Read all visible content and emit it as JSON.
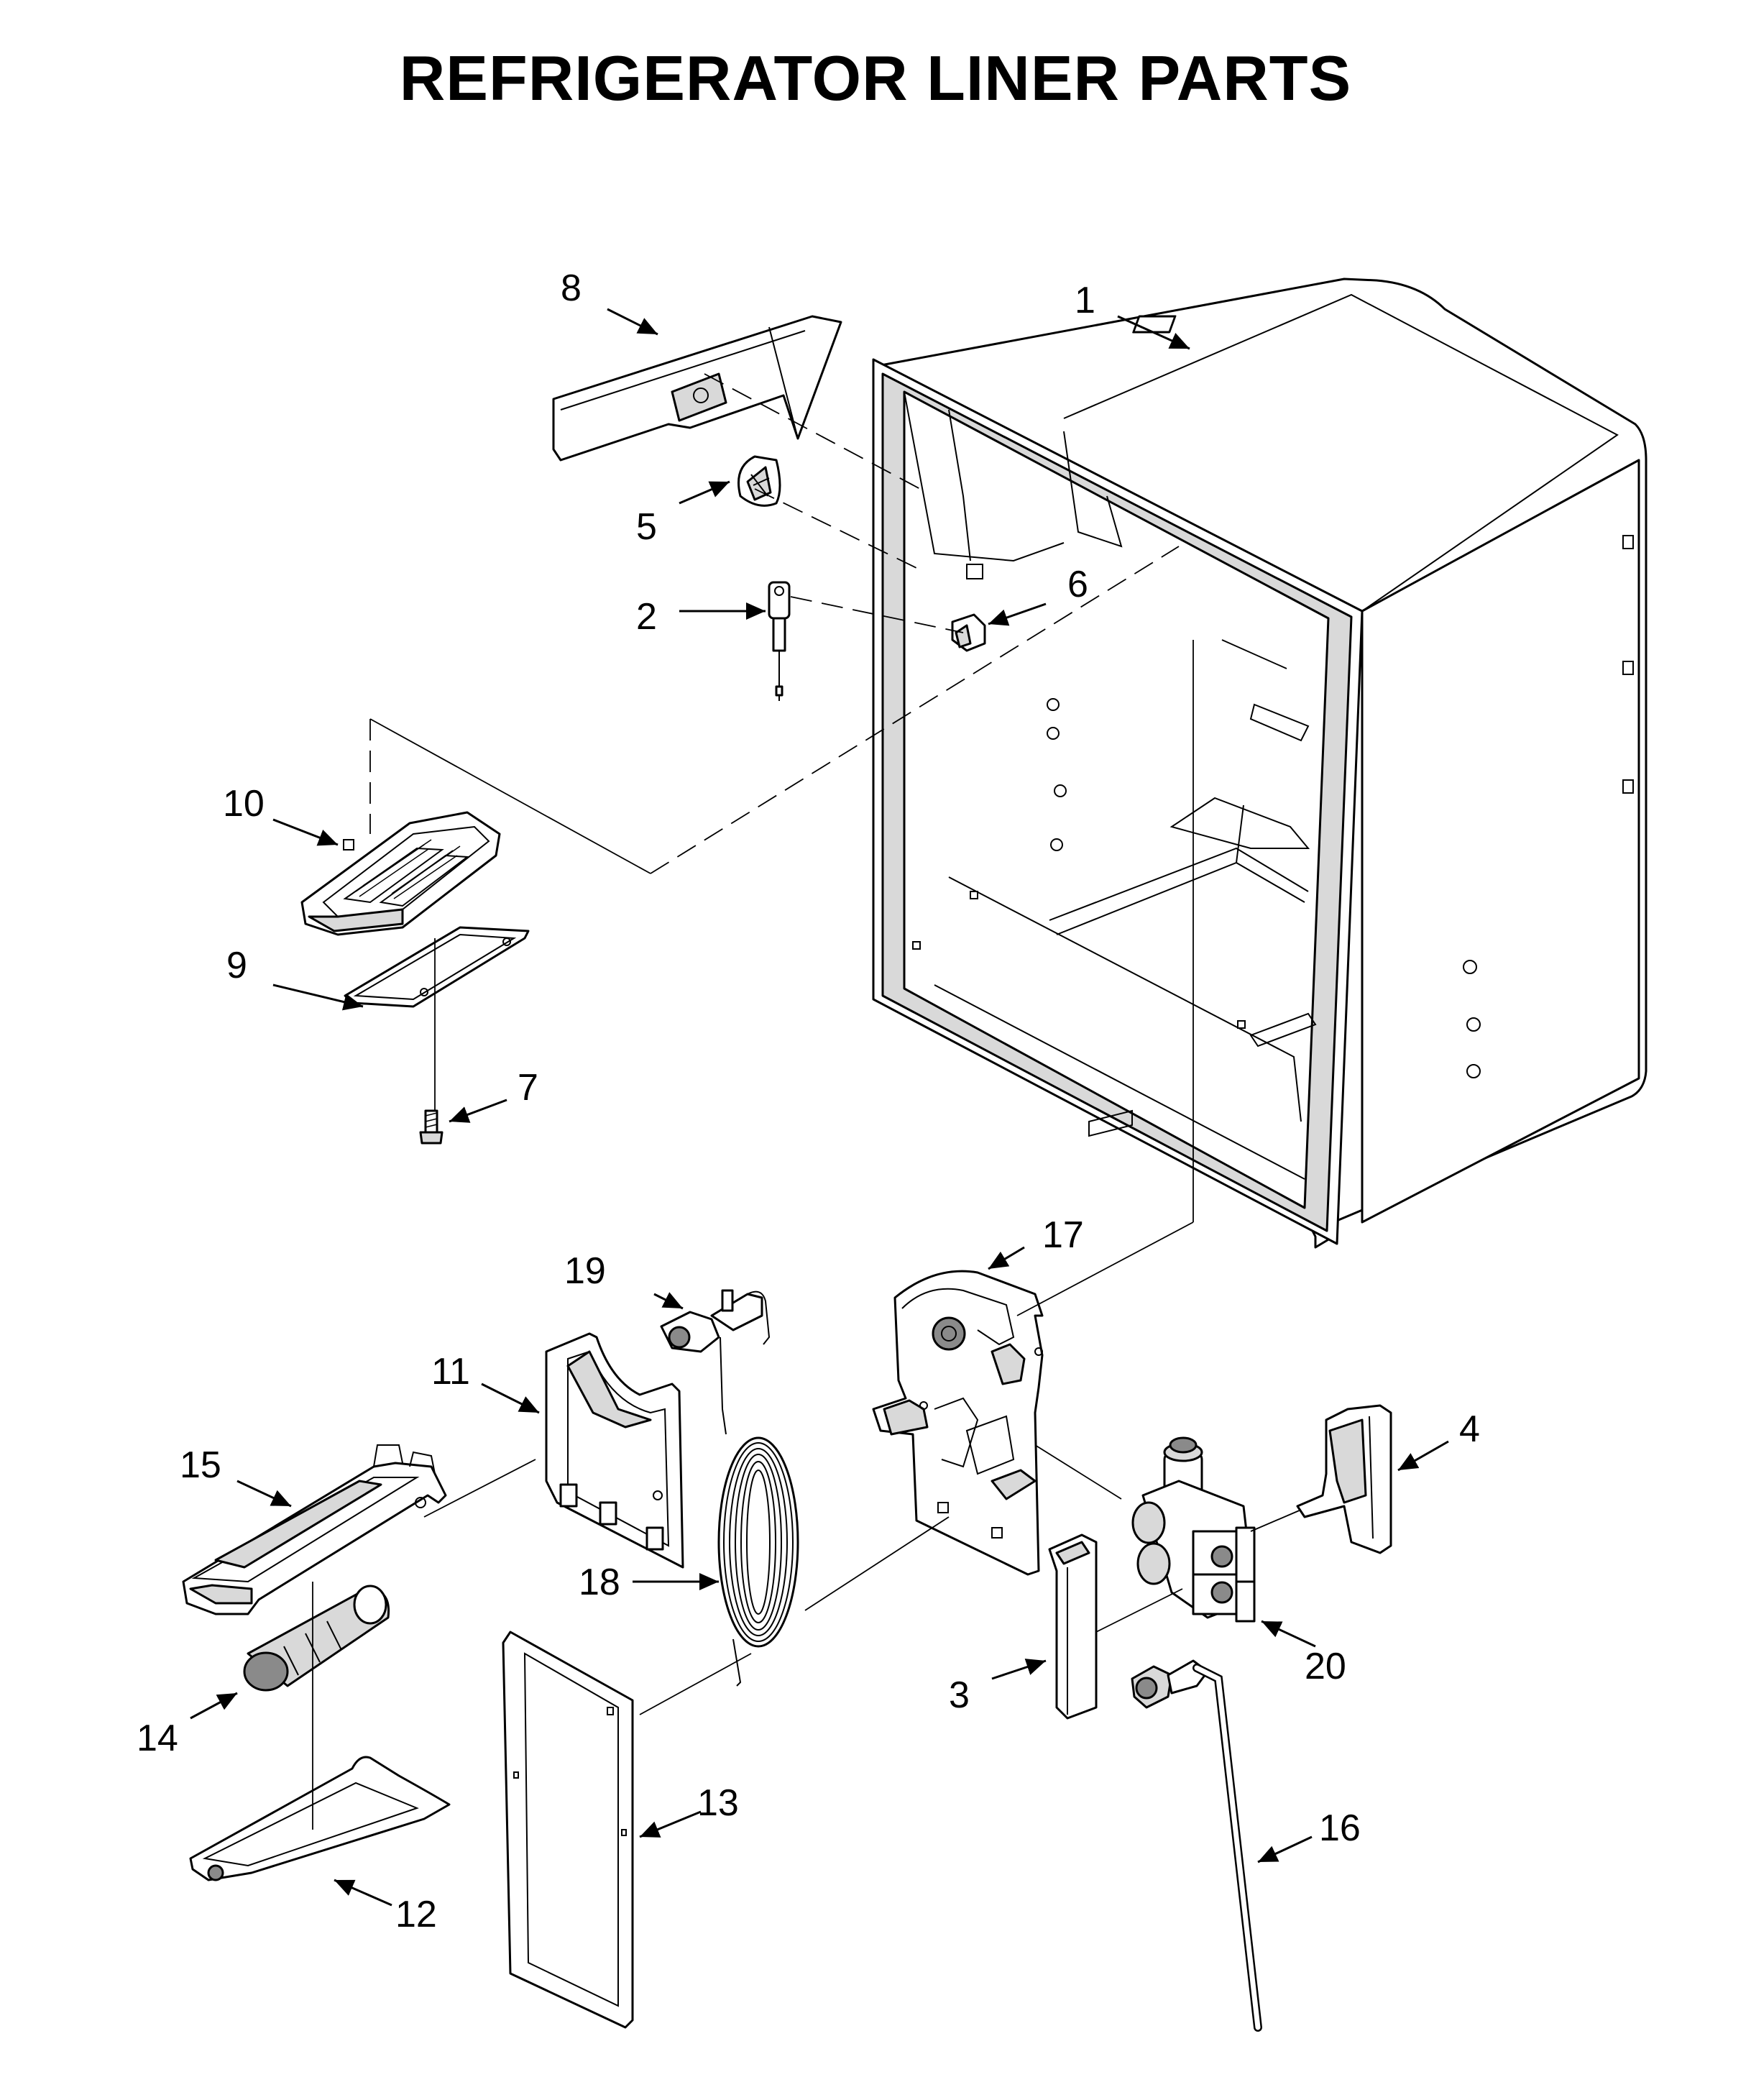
{
  "title": "REFRIGERATOR LINER PARTS",
  "callouts": [
    {
      "id": "1",
      "label": "1"
    },
    {
      "id": "2",
      "label": "2"
    },
    {
      "id": "3",
      "label": "3"
    },
    {
      "id": "4",
      "label": "4"
    },
    {
      "id": "5",
      "label": "5"
    },
    {
      "id": "6",
      "label": "6"
    },
    {
      "id": "7",
      "label": "7"
    },
    {
      "id": "8",
      "label": "8"
    },
    {
      "id": "9",
      "label": "9"
    },
    {
      "id": "10",
      "label": "10"
    },
    {
      "id": "11",
      "label": "11"
    },
    {
      "id": "12",
      "label": "12"
    },
    {
      "id": "13",
      "label": "13"
    },
    {
      "id": "14",
      "label": "14"
    },
    {
      "id": "15",
      "label": "15"
    },
    {
      "id": "16",
      "label": "16"
    },
    {
      "id": "17",
      "label": "17"
    },
    {
      "id": "18",
      "label": "18"
    },
    {
      "id": "19",
      "label": "19"
    },
    {
      "id": "20",
      "label": "20"
    }
  ]
}
